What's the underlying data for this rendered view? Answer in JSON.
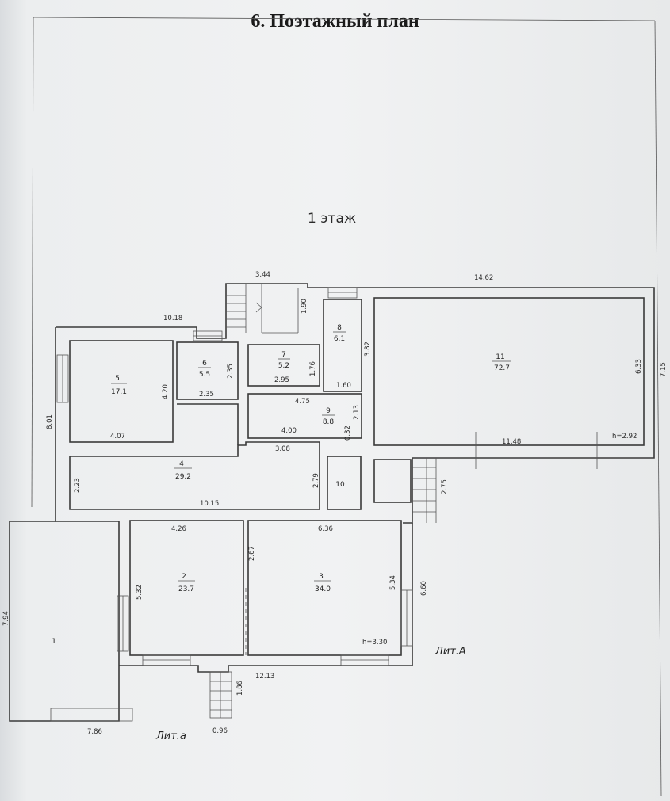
{
  "heading": "6. Поэтажный план",
  "floor_label": "1 этаж",
  "rooms": [
    {
      "num": "1",
      "area": ""
    },
    {
      "num": "2",
      "area": "23.7"
    },
    {
      "num": "3",
      "area": "34.0"
    },
    {
      "num": "4",
      "area": "29.2"
    },
    {
      "num": "5",
      "area": "17.1"
    },
    {
      "num": "6",
      "area": "5.5"
    },
    {
      "num": "7",
      "area": "5.2"
    },
    {
      "num": "8",
      "area": "6.1"
    },
    {
      "num": "9",
      "area": "8.8"
    },
    {
      "num": "10",
      "area": ""
    },
    {
      "num": "11",
      "area": "72.7"
    }
  ],
  "dimensions": [
    "3.44",
    "14.62",
    "1.90",
    "10.18",
    "3.82",
    "7.15",
    "6.33",
    "4.20",
    "2.35",
    "2.35",
    "1.76",
    "2.95",
    "1.60",
    "8.01",
    "4.07",
    "4.75",
    "2.13",
    "4.00",
    "0.32",
    "11.48",
    "h=2.92",
    "3.08",
    "2.23",
    "2.79",
    "2.75",
    "10.15",
    "4.26",
    "6.36",
    "2.67",
    "5.32",
    "5.34",
    "6.60",
    "7.94",
    "h=3.30",
    "12.13",
    "1.86",
    "7.86",
    "0.96"
  ],
  "liters": [
    "Лит.А",
    "Лит.а"
  ]
}
